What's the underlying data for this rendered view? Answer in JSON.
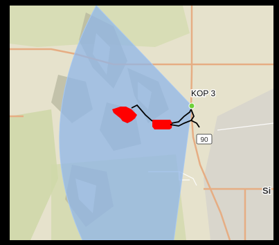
{
  "map": {
    "viewpoint_label": "KOP 3",
    "highway_shield": "90",
    "place_label_partial": "Si",
    "colors": {
      "terrain": "#e6e2cc",
      "vegetation": "#cfd8a8",
      "hill_shade": "#b9b8a0",
      "road_major": "#e6ad83",
      "road_minor": "#ffffff",
      "viewshed_fill": "#8fb5e8",
      "project_fill": "#ff0000",
      "linework": "#000000",
      "viewpoint_marker": "#6fd13a",
      "urban_area": "#d7d3c8"
    }
  }
}
